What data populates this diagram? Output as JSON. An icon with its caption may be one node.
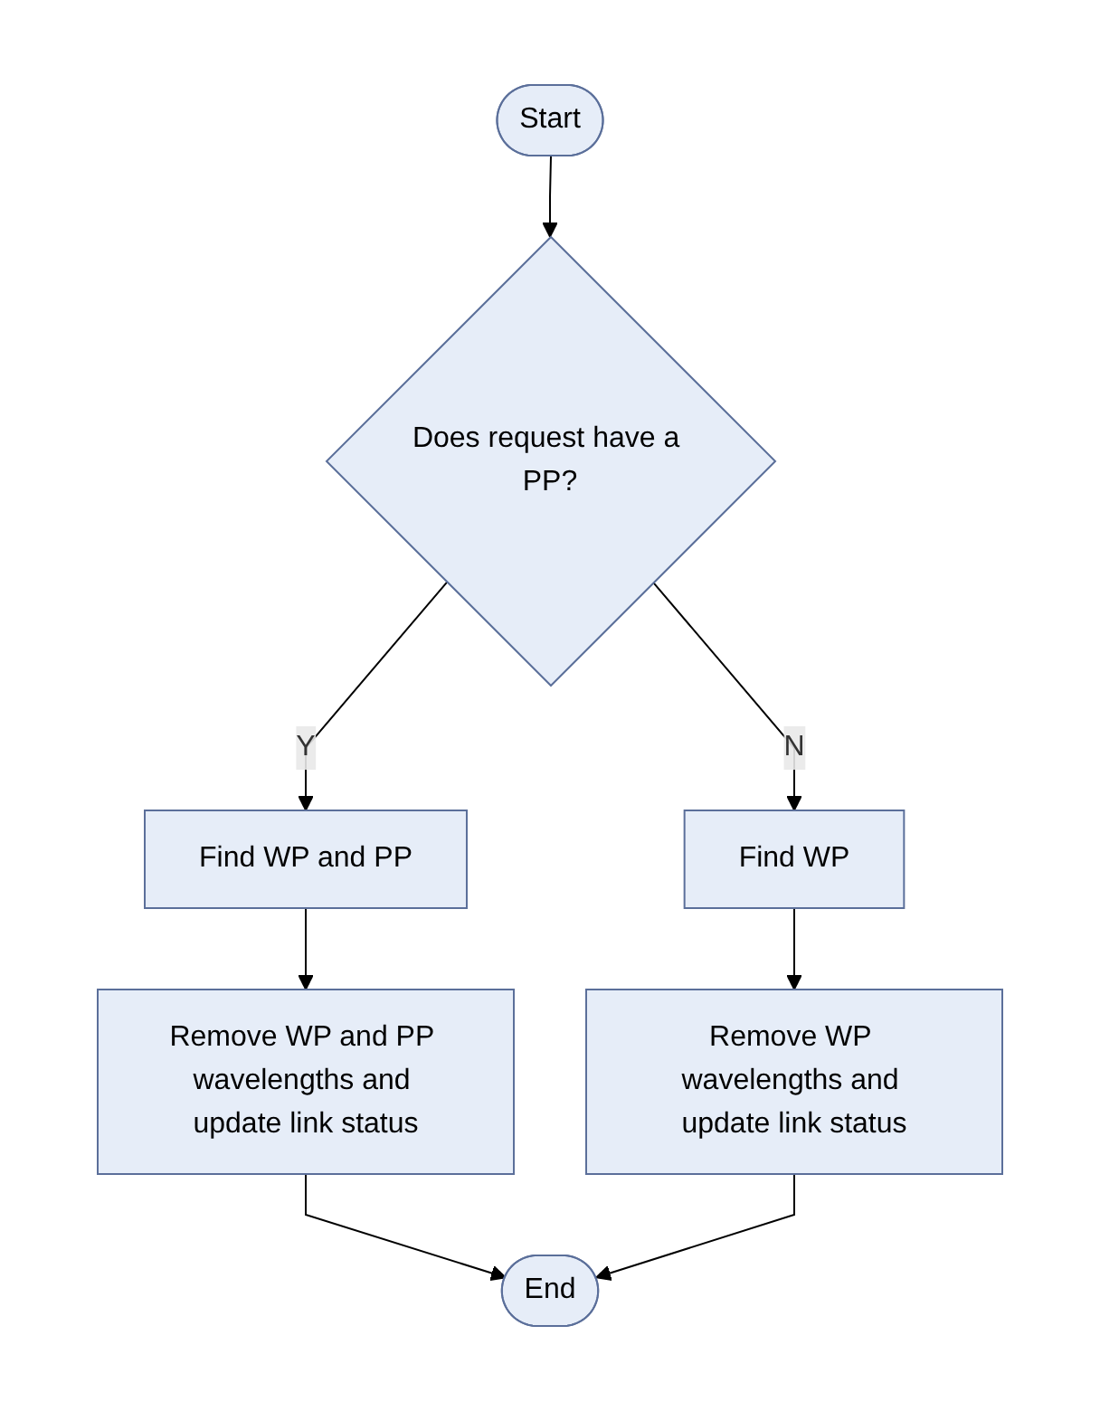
{
  "diagram": {
    "nodes": [
      {
        "text": [
          "Start"
        ]
      },
      {
        "text": [
          "Does request have a PP?"
        ]
      },
      {
        "text": [
          "Find WP and PP"
        ]
      },
      {
        "text": [
          "Find WP"
        ]
      },
      {
        "text": [
          "Remove WP and PP wavelengths and update link status"
        ]
      },
      {
        "text": [
          "Remove WP wavelengths and update link status"
        ]
      },
      {
        "text": [
          "End"
        ]
      }
    ],
    "edges": [
      {
        "from": 0,
        "to": 1,
        "arrow": "to"
      },
      {
        "from": 1,
        "to": 2,
        "arrow": "to",
        "label": "Y"
      },
      {
        "from": 1,
        "to": 3,
        "arrow": "to",
        "label": "N"
      },
      {
        "from": 2,
        "to": 4,
        "arrow": "to"
      },
      {
        "from": 3,
        "to": 5,
        "arrow": "to"
      },
      {
        "from": 4,
        "to": 6,
        "arrow": "to"
      },
      {
        "from": 5,
        "to": 6,
        "arrow": "to"
      }
    ]
  }
}
